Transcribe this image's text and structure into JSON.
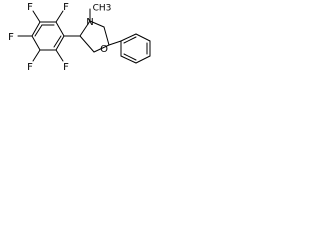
{
  "molecule": {
    "atoms": {
      "f_top_left": "F",
      "f_top_right": "F",
      "f_left": "F",
      "f_bottom_left": "F",
      "f_bottom_right": "F",
      "n": "N",
      "o": "O",
      "methyl": "CH3"
    }
  }
}
